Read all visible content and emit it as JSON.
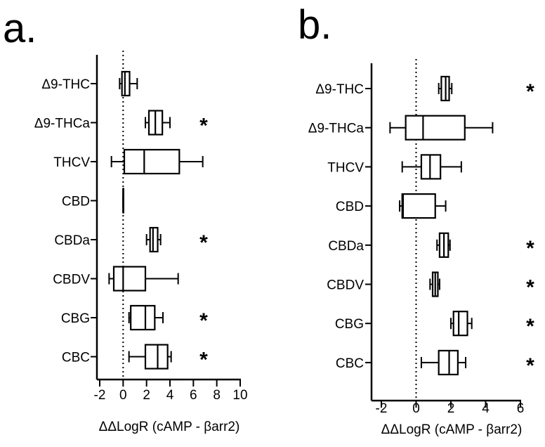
{
  "chart_data": [
    {
      "type": "box",
      "panel_label": "a.",
      "xlabel": "ΔΔLogR (cAMP - βarr2)",
      "xlim": [
        -2,
        10
      ],
      "xticks": [
        -2,
        0,
        2,
        4,
        6,
        8,
        10
      ],
      "reference_line_x": 0,
      "categories": [
        "Δ9-THC",
        "Δ9-THCa",
        "THCV",
        "CBD",
        "CBDa",
        "CBDV",
        "CBG",
        "CBC"
      ],
      "boxes": [
        {
          "min": -0.3,
          "q1": -0.1,
          "median": 0.15,
          "q3": 0.55,
          "max": 1.2,
          "significant": false
        },
        {
          "min": 1.9,
          "q1": 2.2,
          "median": 2.75,
          "q3": 3.35,
          "max": 4.0,
          "significant": true
        },
        {
          "min": -1.0,
          "q1": 0.1,
          "median": 1.8,
          "q3": 4.8,
          "max": 6.8,
          "significant": false
        },
        {
          "min": 0,
          "q1": 0,
          "median": 0,
          "q3": 0,
          "max": 0,
          "significant": false
        },
        {
          "min": 2.0,
          "q1": 2.3,
          "median": 2.55,
          "q3": 2.95,
          "max": 3.2,
          "significant": true
        },
        {
          "min": -1.2,
          "q1": -0.8,
          "median": 0.0,
          "q3": 1.9,
          "max": 4.7,
          "significant": false
        },
        {
          "min": 0.5,
          "q1": 0.65,
          "median": 1.9,
          "q3": 2.7,
          "max": 3.4,
          "significant": true
        },
        {
          "min": 0.5,
          "q1": 1.9,
          "median": 2.95,
          "q3": 3.8,
          "max": 4.1,
          "significant": true
        }
      ],
      "significance_symbol": "*"
    },
    {
      "type": "box",
      "panel_label": "b.",
      "xlabel": "ΔΔLogR (cAMP - βarr2)",
      "xlim": [
        -2,
        6
      ],
      "xticks": [
        -2,
        0,
        2,
        4,
        6
      ],
      "reference_line_x": 0,
      "categories": [
        "Δ9-THC",
        "Δ9-THCa",
        "THCV",
        "CBD",
        "CBDa",
        "CBDV",
        "CBG",
        "CBC"
      ],
      "boxes": [
        {
          "min": 1.3,
          "q1": 1.45,
          "median": 1.7,
          "q3": 1.9,
          "max": 2.05,
          "significant": true
        },
        {
          "min": -1.5,
          "q1": -0.6,
          "median": 0.4,
          "q3": 2.8,
          "max": 4.4,
          "significant": false
        },
        {
          "min": -0.8,
          "q1": 0.3,
          "median": 0.8,
          "q3": 1.4,
          "max": 2.6,
          "significant": false
        },
        {
          "min": -0.95,
          "q1": -0.8,
          "median": -0.75,
          "q3": 1.1,
          "max": 1.7,
          "significant": false
        },
        {
          "min": 1.2,
          "q1": 1.35,
          "median": 1.6,
          "q3": 1.85,
          "max": 1.95,
          "significant": true
        },
        {
          "min": 0.8,
          "q1": 0.95,
          "median": 1.1,
          "q3": 1.25,
          "max": 1.35,
          "significant": true
        },
        {
          "min": 2.0,
          "q1": 2.15,
          "median": 2.45,
          "q3": 2.95,
          "max": 3.2,
          "significant": true
        },
        {
          "min": 0.3,
          "q1": 1.3,
          "median": 1.9,
          "q3": 2.4,
          "max": 2.85,
          "significant": true
        }
      ],
      "significance_symbol": "*"
    }
  ]
}
